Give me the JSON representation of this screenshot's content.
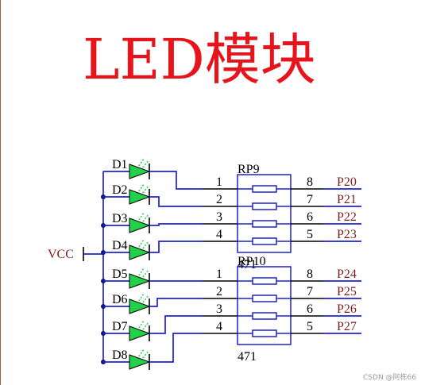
{
  "title": "LED模块",
  "watermark": "CSDN @阿栋66",
  "power": {
    "label": "VCC"
  },
  "leds": [
    "D1",
    "D2",
    "D3",
    "D4",
    "D5",
    "D6",
    "D7",
    "D8"
  ],
  "resistor_networks": [
    {
      "ref": "RP9",
      "value": "471",
      "pins_left": [
        "1",
        "2",
        "3",
        "4"
      ],
      "pins_right": [
        "8",
        "7",
        "6",
        "5"
      ],
      "nets": [
        "P20",
        "P21",
        "P22",
        "P23"
      ]
    },
    {
      "ref": "RP10",
      "value": "471",
      "pins_left": [
        "1",
        "2",
        "3",
        "4"
      ],
      "pins_right": [
        "8",
        "7",
        "6",
        "5"
      ],
      "nets": [
        "P24",
        "P25",
        "P26",
        "P27"
      ]
    }
  ],
  "colors": {
    "title": "#e8141c",
    "wire": "#1b22d0",
    "led": "#22d04a",
    "net_label": "#7a1d1d"
  }
}
